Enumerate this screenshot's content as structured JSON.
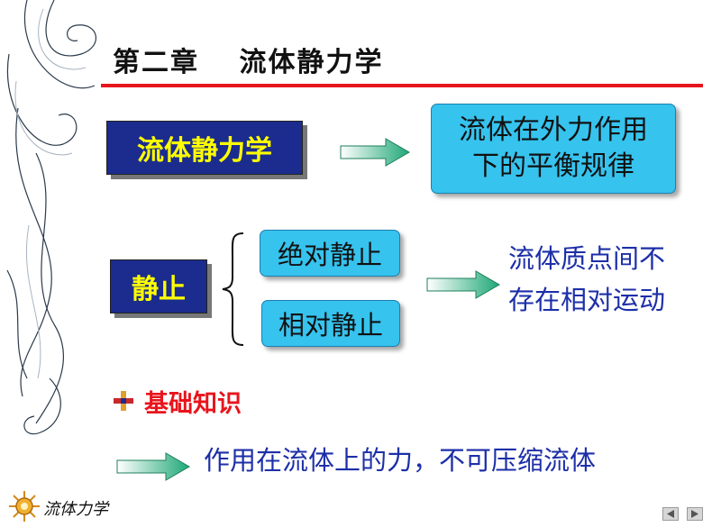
{
  "header": {
    "title": "第二章　 流体静力学"
  },
  "row1": {
    "label": "流体静力学",
    "result_lines": [
      "流体在外力作用",
      "下的平衡规律"
    ]
  },
  "row2": {
    "label": "静止",
    "options": [
      "绝对静止",
      "相对静止"
    ],
    "result_lines": [
      "流体质点间不",
      "存在相对运动"
    ]
  },
  "section": {
    "icon": "plus-bullet-icon",
    "label": "基础知识"
  },
  "bottom": {
    "text": "作用在流体上的力，不可压缩流体"
  },
  "footer": {
    "logo_text": "流体力学",
    "prev_icon": "triangle-left-icon",
    "next_icon": "triangle-right-icon"
  },
  "colors": {
    "navy_box": "#1b2c8e",
    "navy_box_text": "#ffff00",
    "cyan_box": "#36c3ee",
    "accent_red": "#e8141c",
    "blue_text": "#1d2fa8"
  }
}
